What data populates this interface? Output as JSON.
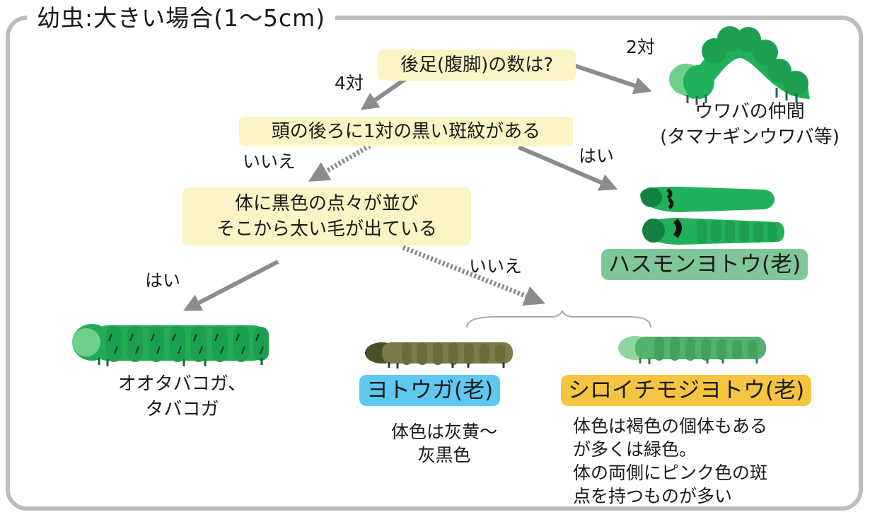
{
  "title": "幼虫:大きい場合(1～5cm)",
  "questions": {
    "q1": "後足(腹脚)の数は?",
    "q2": "頭の後ろに1対の黒い斑紋がある",
    "q3_line1": "体に黒色の点々が並び",
    "q3_line2": "そこから太い毛が出ている"
  },
  "edges": {
    "q1_to_q2": "4対",
    "q1_to_inchworm": "2対",
    "q2_no": "いいえ",
    "q2_yes": "はい",
    "q3_yes": "はい",
    "q3_no": "いいえ"
  },
  "outcomes": {
    "inchworm_line1": "ウワバの仲間",
    "inchworm_line2": "(タマナギンウワバ等)",
    "hasumon": "ハスモンヨトウ(老)",
    "ootabako_line1": "オオタバコガ、",
    "ootabako_line2": "タバコガ",
    "yotouga": "ヨトウガ(老)",
    "yotouga_note_line1": "体色は灰黄～",
    "yotouga_note_line2": "灰黒色",
    "shiroichi": "シロイチモジヨトウ(老)",
    "shiroichi_note_line1": "体色は褐色の個体もある",
    "shiroichi_note_line2": "が多くは緑色。",
    "shiroichi_note_line3": "体の両側にピンク色の斑",
    "shiroichi_note_line4": "点を持つものが多い"
  },
  "colors": {
    "frame": "#bdbdbd",
    "question_box": "#fbf4c4",
    "arrow": "#8c8c8c",
    "hasumon_badge": "#7fc79a",
    "yotouga_badge": "#5ec8f0",
    "shiroichi_badge": "#f5c542",
    "green_larva": "#20b15a",
    "brown_larva": "#7d7a4a",
    "pale_larva": "#52b26c"
  }
}
